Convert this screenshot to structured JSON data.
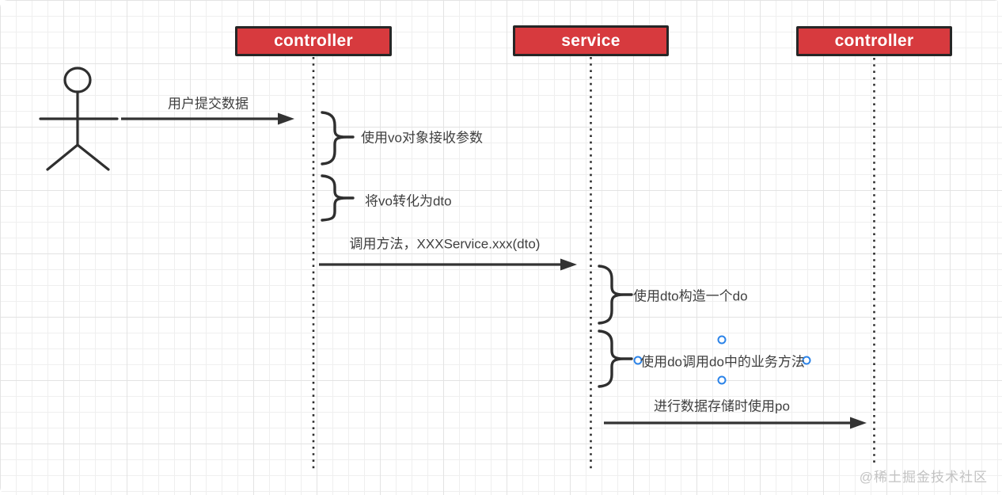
{
  "headers": [
    {
      "label": "controller"
    },
    {
      "label": "service"
    },
    {
      "label": "controller"
    }
  ],
  "messages": [
    {
      "label": "用户提交数据"
    },
    {
      "label": "调用方法，XXXService.xxx(dto)"
    },
    {
      "label": "进行数据存储时使用po"
    }
  ],
  "notes": [
    {
      "label": "使用vo对象接收参数"
    },
    {
      "label": "将vo转化为dto"
    },
    {
      "label": "使用dto构造一个do"
    },
    {
      "label": "使用do调用do中的业务方法"
    }
  ],
  "watermark": "@稀土掘金技术社区",
  "colors": {
    "box_fill": "#d73a3e",
    "box_border": "#262626",
    "box_text": "#ffffff",
    "line": "#333333",
    "label_text": "#3f3f3f",
    "selection_handle": "#2b83e8",
    "grid_minor": "#efefef",
    "grid_major": "#e3e3e3",
    "watermark_text": "#c3c3c3"
  }
}
